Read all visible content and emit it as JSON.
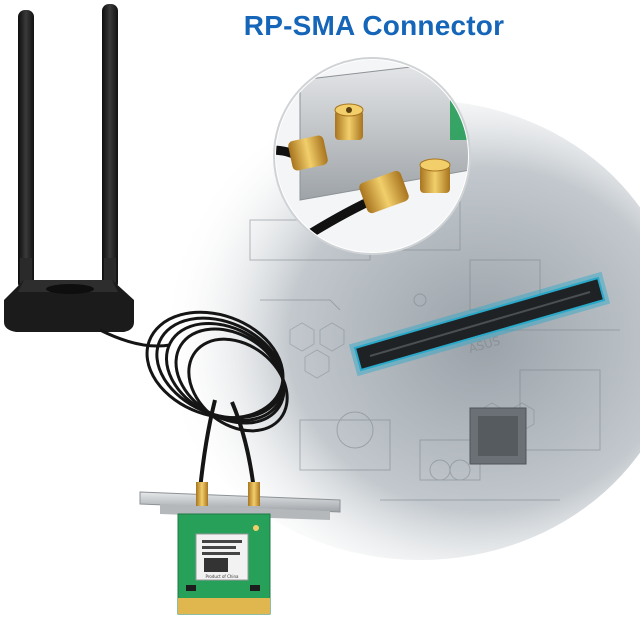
{
  "image": {
    "caption": "RP-SMA Connector",
    "board_brand": "ASUS",
    "card_label": "Product of China"
  },
  "colors": {
    "title_blue": "#1565b8",
    "antenna_black": "#1b1b1b",
    "board_gray": "#b7bec4",
    "slot_glow": "#2aa8c9",
    "pcb_green": "#27a05a",
    "bracket_silver": "#c9ccce",
    "gold": "#d6a740"
  },
  "icons": [
    "dual-antenna-icon",
    "rp-sma-connector-icon",
    "pcie-card-icon"
  ]
}
